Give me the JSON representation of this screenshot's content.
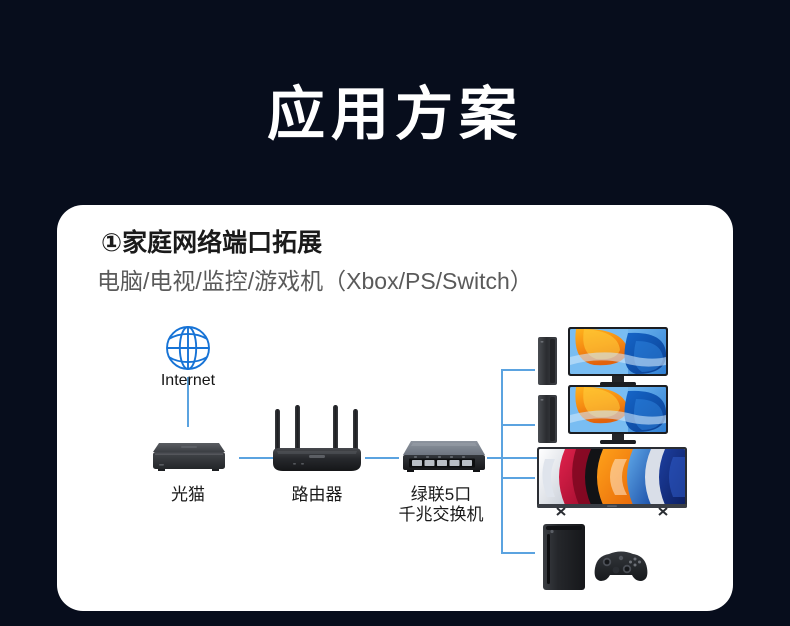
{
  "page": {
    "title": "应用方案",
    "background_color": "#070d1c",
    "card_color": "#ffffff"
  },
  "card": {
    "heading": "①家庭网络端口拓展",
    "subtitle": "电脑/电视/监控/游戏机（Xbox/PS/Switch）"
  },
  "diagram": {
    "line_color": "#5ba3e0",
    "nodes": [
      {
        "id": "internet",
        "icon": "globe-icon",
        "label": "Internet"
      },
      {
        "id": "modem",
        "icon": "modem-icon",
        "label": "光猫"
      },
      {
        "id": "router",
        "icon": "router-icon",
        "label": "路由器"
      },
      {
        "id": "switch",
        "icon": "switch-icon",
        "label_line1": "绿联5口",
        "label_line2": "千兆交换机"
      }
    ],
    "devices": [
      {
        "id": "pc-1",
        "icon": "desktop-pc-icon"
      },
      {
        "id": "pc-2",
        "icon": "desktop-pc-icon"
      },
      {
        "id": "tv",
        "icon": "television-icon"
      },
      {
        "id": "xbox",
        "icon": "game-console-icon"
      }
    ]
  }
}
